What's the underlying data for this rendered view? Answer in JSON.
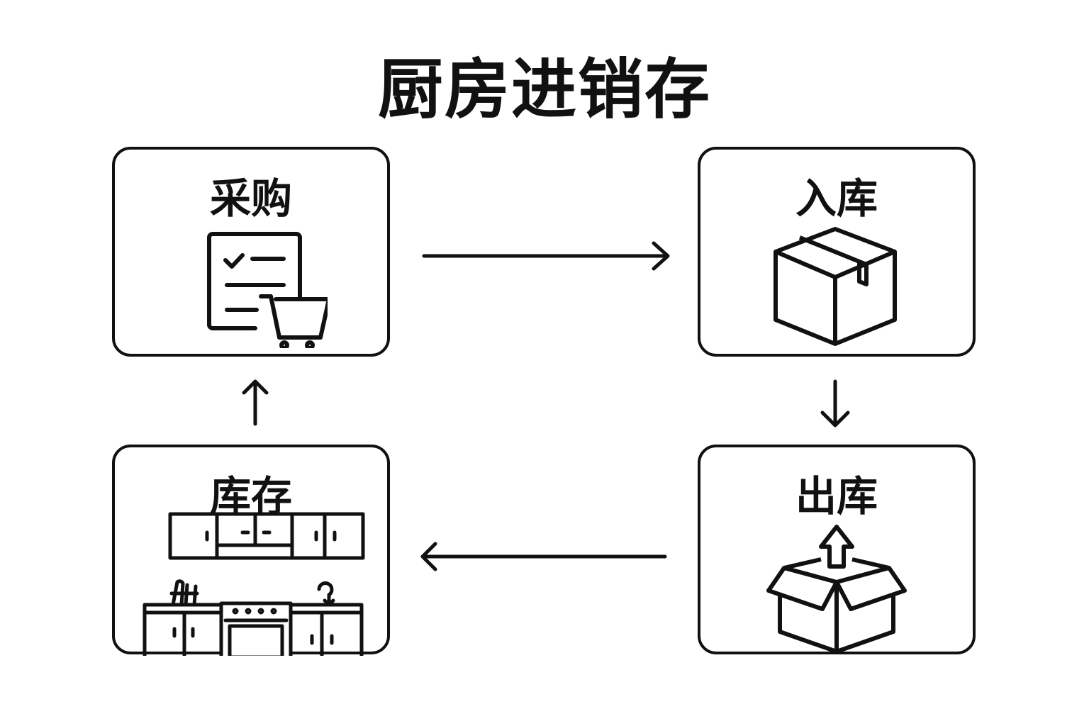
{
  "title": "厨房进销存",
  "nodes": {
    "purchase": {
      "label": "采购",
      "icon": "shopping-list-cart-icon"
    },
    "inbound": {
      "label": "入库",
      "icon": "closed-box-icon"
    },
    "outbound": {
      "label": "出库",
      "icon": "open-box-arrow-up-icon"
    },
    "stock": {
      "label": "库存",
      "icon": "kitchen-cabinets-icon"
    }
  },
  "edges": [
    {
      "from": "采购",
      "to": "入库",
      "direction": "right"
    },
    {
      "from": "入库",
      "to": "出库",
      "direction": "down"
    },
    {
      "from": "出库",
      "to": "库存",
      "direction": "left"
    },
    {
      "from": "库存",
      "to": "采购",
      "direction": "up"
    }
  ],
  "colors": {
    "stroke": "#111111",
    "background": "#ffffff"
  }
}
